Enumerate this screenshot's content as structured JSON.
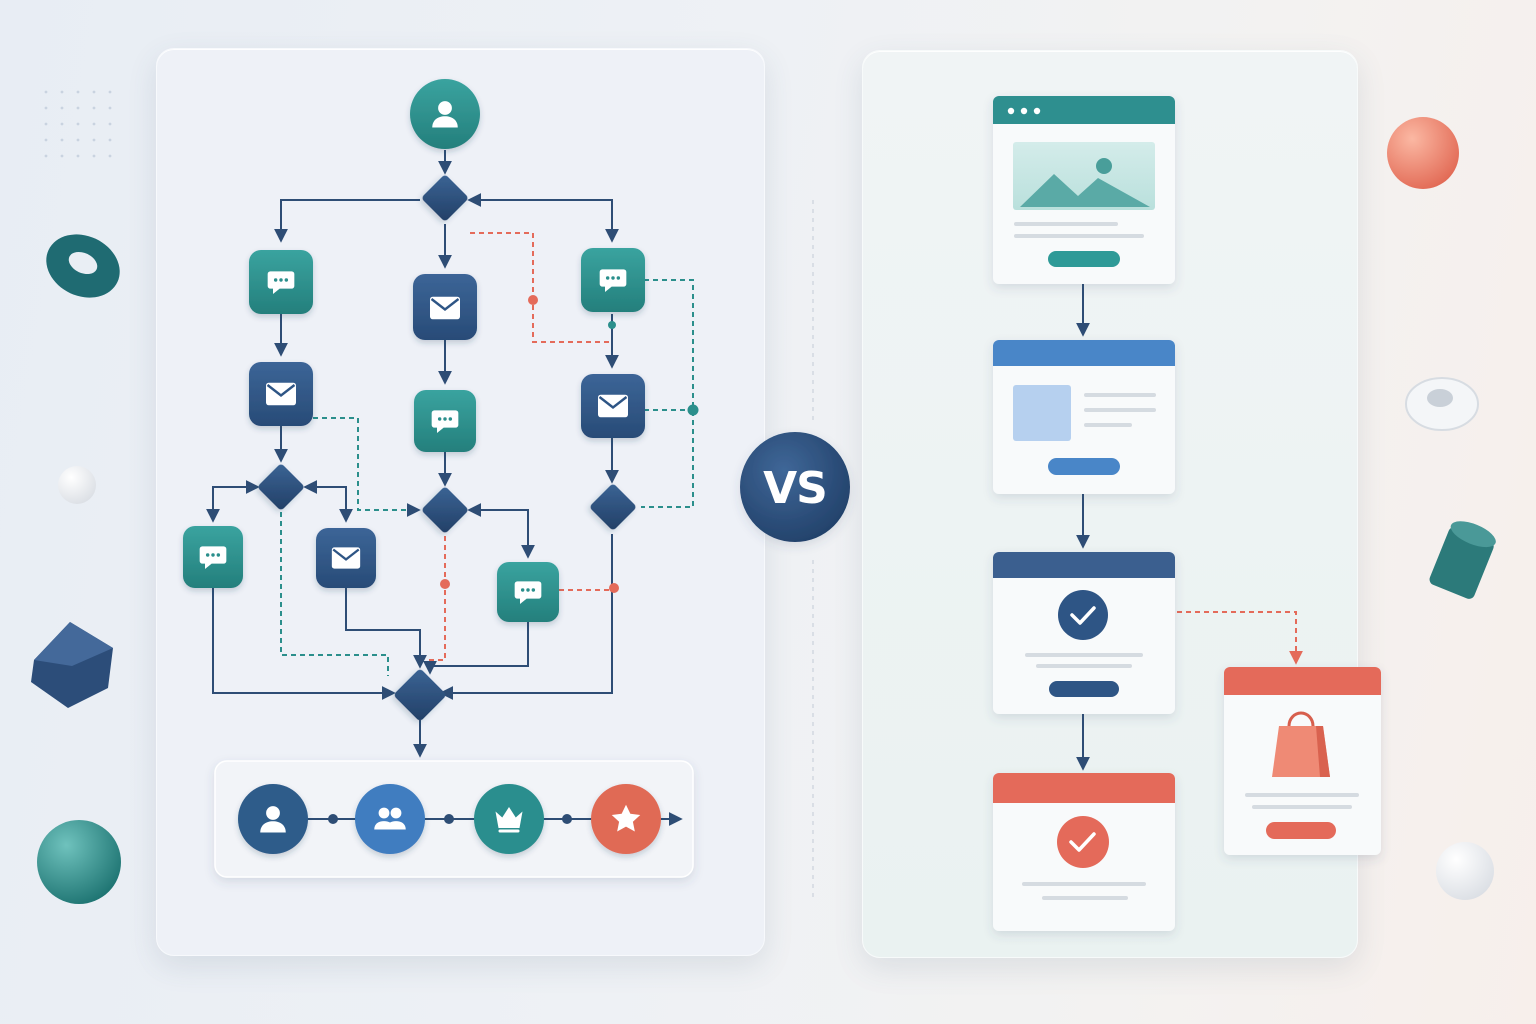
{
  "comparison": {
    "vs_label": "VS"
  },
  "left_panel": {
    "node_icons": {
      "start": "user-icon",
      "message": "chat-bubble-icon",
      "email": "envelope-icon",
      "decision": "diamond"
    },
    "progression_bar": {
      "steps": [
        {
          "icon": "user-icon",
          "color": "#2f5c8a"
        },
        {
          "icon": "users-icon",
          "color": "#3f7dc0"
        },
        {
          "icon": "crown-icon",
          "color": "#2b8e8e"
        },
        {
          "icon": "star-icon",
          "color": "#e06a55"
        }
      ]
    }
  },
  "right_panel": {
    "pages": [
      {
        "kind": "landing",
        "icon": "image-icon",
        "header_color": "#2f8f8f"
      },
      {
        "kind": "content",
        "icon": "image-placeholder-icon",
        "header_color": "#4a86c8"
      },
      {
        "kind": "confirmation",
        "icon": "check-icon",
        "header_color": "#3a5f8f"
      },
      {
        "kind": "success",
        "icon": "check-icon",
        "header_color": "#e46b5a"
      },
      {
        "kind": "shop",
        "icon": "shopping-bag-icon",
        "header_color": "#e46b5a"
      }
    ]
  },
  "colors": {
    "teal": "#2b8f8c",
    "navy": "#2f5585",
    "blue": "#4a86c8",
    "coral": "#e46b5a",
    "line": "#2e4d75"
  },
  "decorations": [
    "torus-icon",
    "sphere-icon",
    "cube-icon",
    "cylinder-icon",
    "ring-icon"
  ]
}
